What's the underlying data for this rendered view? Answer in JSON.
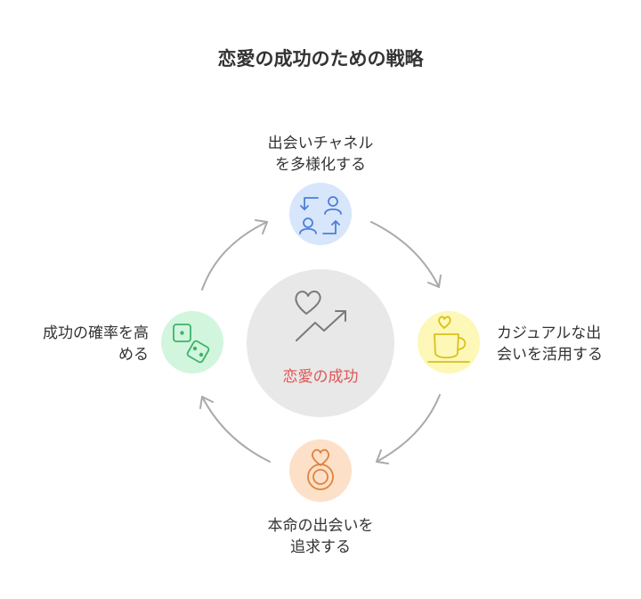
{
  "title": "恋愛の成功のための戦略",
  "center": {
    "label": "恋愛の成功",
    "label_color": "#e05555",
    "fill": "#e8e8e8",
    "icon": "heart-trend-icon"
  },
  "nodes": [
    {
      "id": "top",
      "lines": [
        "出会いチャネル",
        "を多様化する"
      ],
      "fill": "#d8e6fb",
      "stroke": "#4a7fd6",
      "icon": "swap-users-icon"
    },
    {
      "id": "right",
      "lines": [
        "カジュアルな出",
        "会いを活用する"
      ],
      "fill": "#fdf7b8",
      "stroke": "#d8c21a",
      "icon": "coffee-cup-heart-icon"
    },
    {
      "id": "bottom",
      "lines": [
        "本命の出会いを",
        "追求する"
      ],
      "fill": "#fde0c8",
      "stroke": "#e0823c",
      "icon": "ring-heart-icon"
    },
    {
      "id": "left",
      "lines": [
        "成功の確率を高",
        "める"
      ],
      "fill": "#d2f5de",
      "stroke": "#3db36a",
      "icon": "dice-icon"
    }
  ],
  "arrow_color": "#aaaaaa"
}
